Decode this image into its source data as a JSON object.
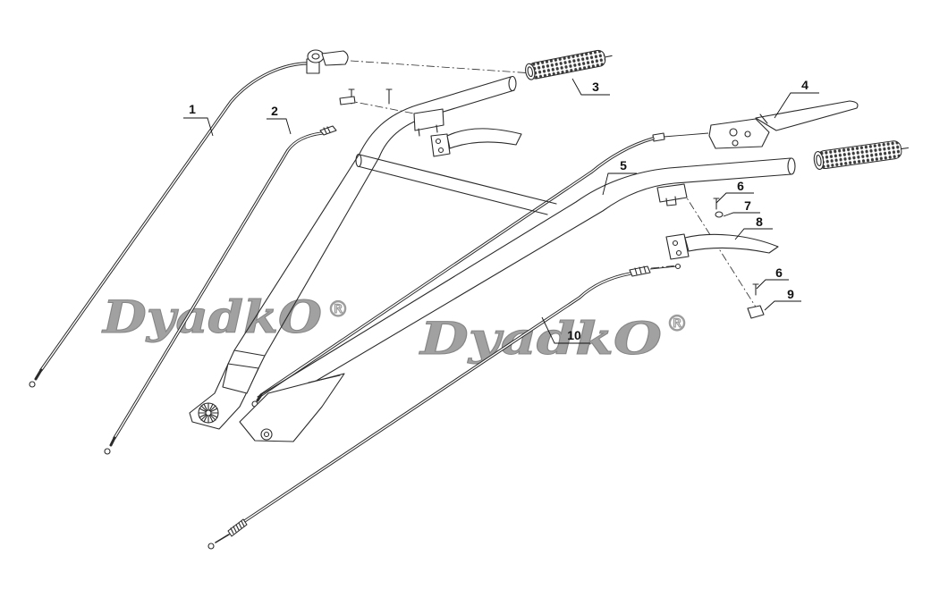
{
  "colors": {
    "line": "#2b2b2b",
    "watermark": "#9c9c9c",
    "background": "#ffffff"
  },
  "callouts": [
    {
      "label": "1"
    },
    {
      "label": "2"
    },
    {
      "label": "3"
    },
    {
      "label": "4"
    },
    {
      "label": "5"
    },
    {
      "label": "6"
    },
    {
      "label": "7"
    },
    {
      "label": "8"
    },
    {
      "label": "6"
    },
    {
      "label": "9"
    },
    {
      "label": "10"
    }
  ],
  "watermark": {
    "text": "DyadkO",
    "mark": "®"
  }
}
